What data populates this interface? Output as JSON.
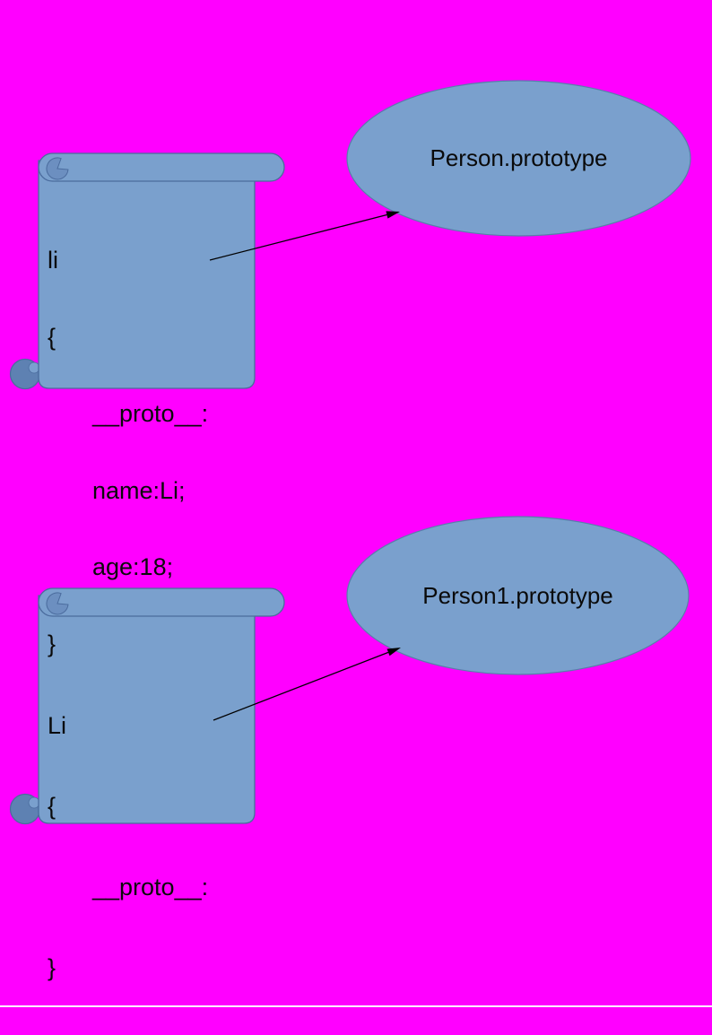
{
  "colors": {
    "background": "#FF00FF",
    "shape_fill": "#7AA0CD",
    "shape_border": "#4A6B9D",
    "curl_fill": "#6C8FC0",
    "curl_dark_fill": "#5E81B2",
    "ellipse_border": "#5A7DAB",
    "text": "#0A0A0A",
    "arrow": "#000000",
    "page_edge": "#FFFFFF"
  },
  "scrolls": [
    {
      "lines": [
        "li",
        "{",
        "__proto__:",
        "name:Li;",
        "age:18;",
        "}"
      ]
    },
    {
      "lines": [
        "Li",
        "{",
        "__proto__:",
        "}"
      ]
    }
  ],
  "ellipses": [
    {
      "label": "Person.prototype"
    },
    {
      "label": "Person1.prototype"
    }
  ]
}
